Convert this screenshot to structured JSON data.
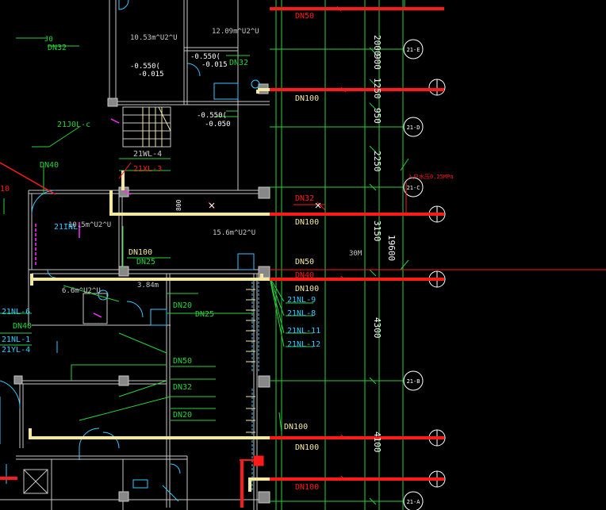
{
  "colors": {
    "background": "#000000",
    "wall": "#c8c8c8",
    "pipe_yellow": "#f4e7a2",
    "pipe_red": "#ff1a1a",
    "green": "#28d23c",
    "cyan": "#37c8ff",
    "white": "#ffffff",
    "magenta": "#ff2dff"
  },
  "labels": {
    "dn50_top": "DN50",
    "area_1": "10.53m^U2^U",
    "area_2": "12.09m^U2^U",
    "j0": "J0",
    "dn32_top": "DN32",
    "elev1a": "-0.550(",
    "elev1b": "-0.015",
    "elev2a": "-0.550(",
    "elev2b": "-0.015",
    "dn32_mid": "DN32",
    "dn100_top": "DN100",
    "elev3a": "-0.550(",
    "elev3b": "-0.050",
    "j0l": "21J0L-c",
    "wl4": "21WL-4",
    "xl3": "21XL-3",
    "dn40_a": "DN40",
    "num10": "10",
    "dn32_red": "DN32",
    "dn100_b": "DN100",
    "r800": "800",
    "inl1": "21INL-",
    "area_3": "10.5m^U2^U",
    "area_4": "15.6m^U2^U",
    "dn100_c": "DN100",
    "dn25_a": "DN25",
    "dn50_b": "DN50",
    "dn40_b": "DN40",
    "dn100_d": "DN100",
    "area_5": "6.6m^U2^U",
    "area_6": "3.84m",
    "inl9": "21NL-9",
    "inl8": "21NL-8",
    "inl11": "21NL-11",
    "inl12": "21NL-12",
    "inl6": "21NL-6",
    "dn40_c": "DN40",
    "inl1b": "21NL-1",
    "yl4": "21YL-4",
    "dn20_a": "DN20",
    "dn25_b": "DN25",
    "dn50_c": "DN50",
    "dn32_c": "DN32",
    "dn20_b": "DN20",
    "dn100_e": "DN100",
    "dn100_f": "DN100",
    "dn100_g": "DN100",
    "dim_2000": "2000",
    "dim_900": "900",
    "dim_1250": "1250",
    "dim_950": "950",
    "dim_2250": "2250",
    "dim_3150": "3150",
    "dim_19600": "19600",
    "dim_30m": "30M",
    "dim_4300": "4300",
    "dim_4100": "4100",
    "axis_e": "21-E",
    "axis_d": "21-D",
    "axis_c": "21-C",
    "axis_b": "21-B",
    "axis_a": "21-A",
    "pressure": "入户水压0.25MPa"
  }
}
